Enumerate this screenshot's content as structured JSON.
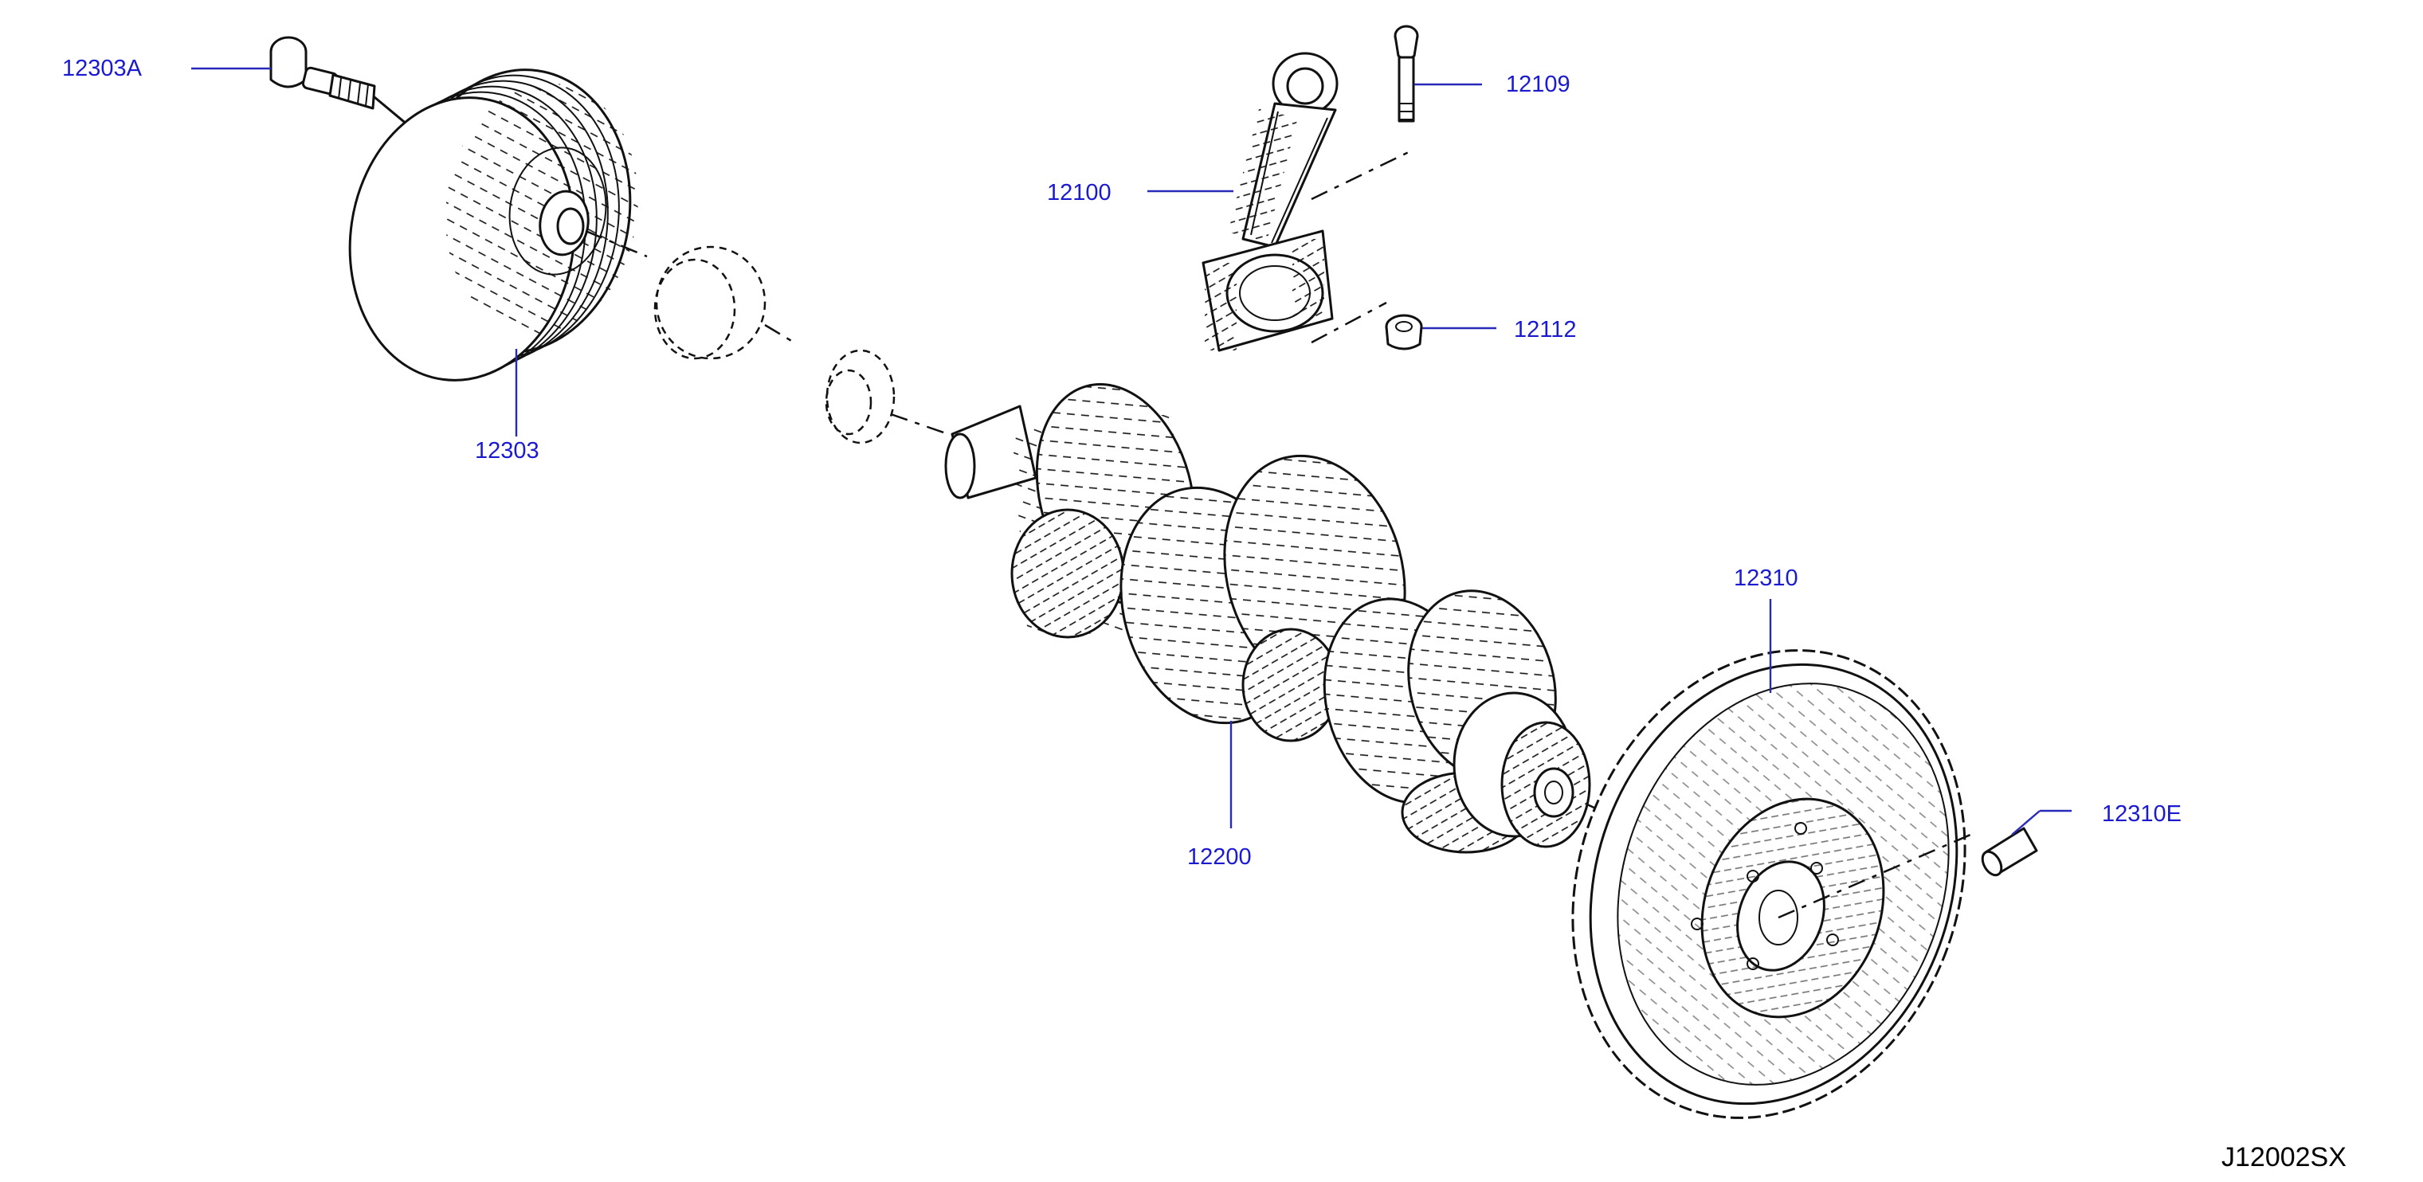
{
  "figure_id": "J12002SX",
  "callouts": {
    "pulley_bolt": "12303A",
    "conrod_bolt": "12109",
    "connecting_rod": "12100",
    "conrod_nut": "12112",
    "crank_pulley": "12303",
    "flywheel": "12310",
    "crankshaft": "12200",
    "pilot_bushing": "12310E"
  },
  "colors": {
    "callout_text": "#1a1ad0",
    "line_art": "#111111",
    "background": "#ffffff"
  }
}
